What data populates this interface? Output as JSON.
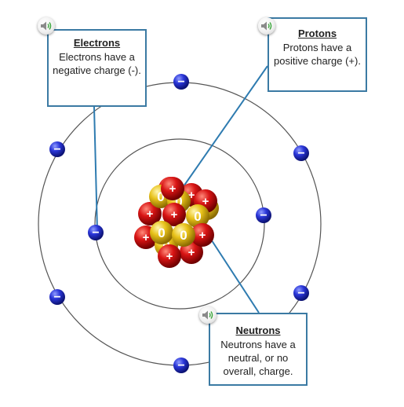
{
  "callouts": {
    "electrons": {
      "title": "Electrons",
      "body": "Electrons have a negative charge (-)."
    },
    "protons": {
      "title": "Protons",
      "body": "Protons have a positive charge (+)."
    },
    "neutrons": {
      "title": "Neutrons",
      "body": "Neutrons have a neutral, or no overall, charge."
    }
  },
  "icons": {
    "audio": "speaker-icon",
    "electron_symbol": "−",
    "proton_symbol": "+",
    "neutron_symbol": "0"
  },
  "colors": {
    "callout_border": "#3b7aa3",
    "leader_line": "#2e7bb0",
    "orbit": "#555555",
    "electron": "#2233cc",
    "proton": "#cc1111",
    "neutron": "#e5c21a"
  }
}
